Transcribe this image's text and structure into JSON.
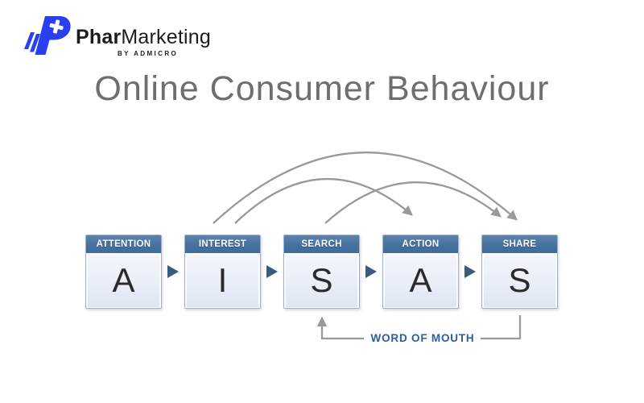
{
  "logo": {
    "brand_bold": "Phar",
    "brand_regular": "Marketing",
    "tagline": "BY ADMICRO",
    "brand_color": "#2940f0"
  },
  "title": "Online Consumer Behaviour",
  "diagram": {
    "model": "AISAS",
    "stages": [
      {
        "label": "ATTENTION",
        "letter": "A"
      },
      {
        "label": "INTEREST",
        "letter": "I"
      },
      {
        "label": "SEARCH",
        "letter": "S"
      },
      {
        "label": "ACTION",
        "letter": "A"
      },
      {
        "label": "SHARE",
        "letter": "S"
      }
    ],
    "arcs": [
      {
        "from": "INTEREST",
        "to": "SHARE"
      },
      {
        "from": "INTEREST",
        "to": "ACTION"
      },
      {
        "from": "SEARCH",
        "to": "SHARE"
      }
    ],
    "feedback_label": "WORD OF MOUTH",
    "colors": {
      "stage_header": "#44709d",
      "stage_border": "#9fb0cd",
      "stage_body_top": "#f4f7fc",
      "stage_body_bottom": "#dde5f1",
      "flow_arrow": "#3b5b7e",
      "arc_stroke": "#999999",
      "feedback_text": "#2a5f9e",
      "title_text": "#6e6e6e"
    }
  }
}
